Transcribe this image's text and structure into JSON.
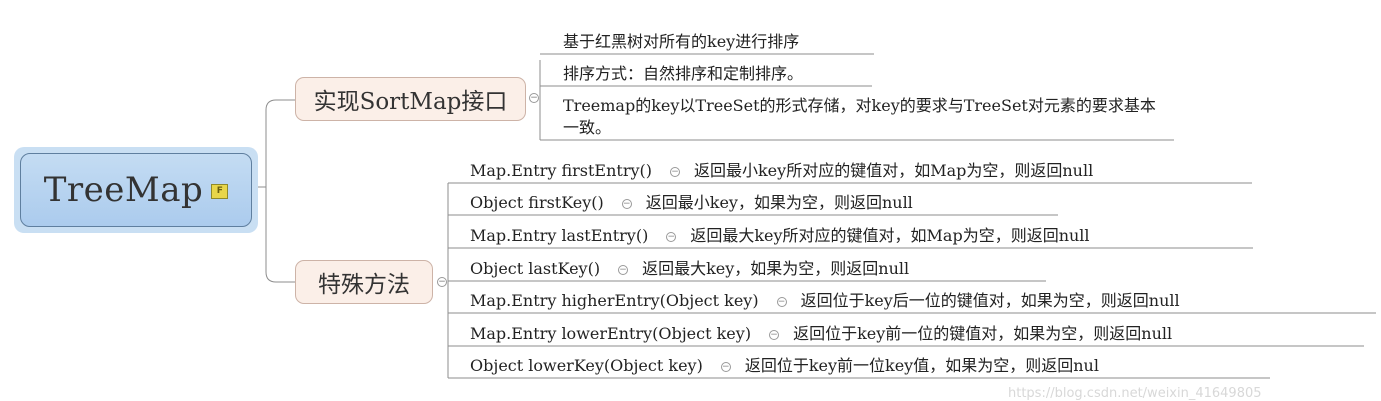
{
  "root": {
    "label": "TreeMap",
    "flag": "F"
  },
  "branches": [
    {
      "label": "实现SortMap接口",
      "items": [
        "基于红黑树对所有的key进行排序",
        "排序方式：自然排序和定制排序。",
        "Treemap的key以TreeSet的形式存储，对key的要求与TreeSet对元素的要求基本一致。"
      ]
    },
    {
      "label": "特殊方法",
      "items": [
        {
          "method": "Map.Entry firstEntry()",
          "desc": "返回最小key所对应的键值对，如Map为空，则返回null"
        },
        {
          "method": "Object firstKey()",
          "desc": "返回最小key，如果为空，则返回null"
        },
        {
          "method": "Map.Entry lastEntry()",
          "desc": "返回最大key所对应的键值对，如Map为空，则返回null"
        },
        {
          "method": "Object lastKey()",
          "desc": "返回最大key，如果为空，则返回null"
        },
        {
          "method": "Map.Entry higherEntry(Object key)",
          "desc": "返回位于key后一位的键值对，如果为空，则返回null"
        },
        {
          "method": "Map.Entry lowerEntry(Object key)",
          "desc": "返回位于key前一位的键值对，如果为空，则返回null"
        },
        {
          "method": "Object lowerKey(Object key)",
          "desc": "返回位于key前一位key值，如果为空，则返回nul"
        }
      ]
    }
  ],
  "watermark": "https://blog.csdn.net/weixin_41649805"
}
